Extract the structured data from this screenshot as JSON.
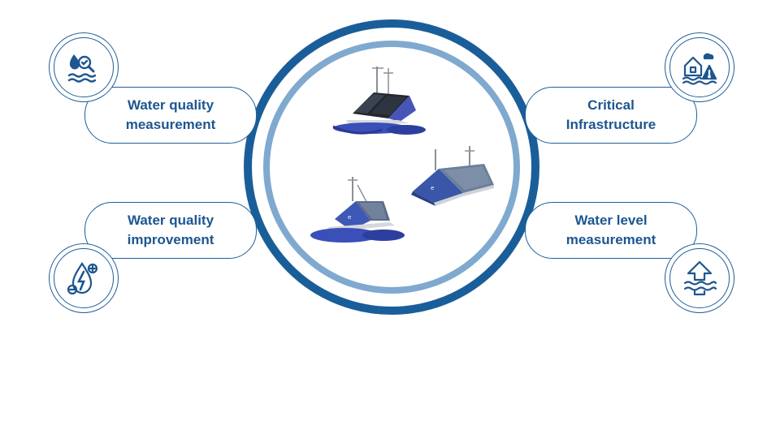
{
  "items": [
    {
      "line1": "Water quality",
      "line2": "measurement",
      "icon": "water-quality-measurement-icon"
    },
    {
      "line1": "Water quality",
      "line2": "improvement",
      "icon": "water-quality-improvement-icon"
    },
    {
      "line1": "Critical",
      "line2": "Infrastructure",
      "icon": "critical-infrastructure-icon"
    },
    {
      "line1": "Water level",
      "line2": "measurement",
      "icon": "water-level-measurement-icon"
    }
  ],
  "colors": {
    "dark_blue": "#1a5e99",
    "light_blue": "#7fa9cf",
    "text": "#1d5690",
    "hull": "#3b4fb8"
  }
}
